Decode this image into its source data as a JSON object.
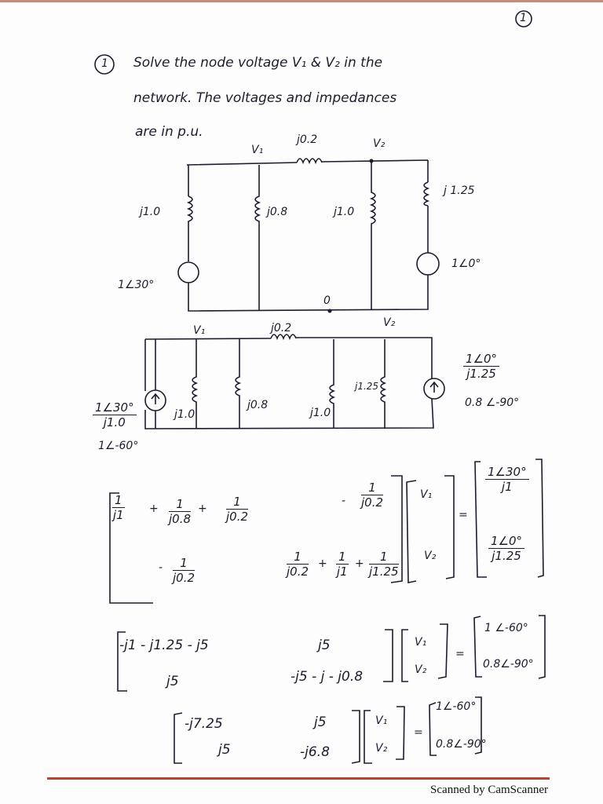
{
  "page_number": "1",
  "question": {
    "number": "1",
    "line1": "Solve the node voltage V₁ & V₂ in the",
    "line2": "network. The voltages and impedances",
    "line3": "are in p.u."
  },
  "circuit1": {
    "node_v1": "V₁",
    "node_v2": "V₂",
    "series": "j0.2",
    "branch_left": "j1.0",
    "branch_mid1": "j0.8",
    "branch_mid2": "j1.0",
    "branch_right": "j 1.25",
    "source_left": "1∠30°",
    "source_right": "1∠0°",
    "ref_node": "0"
  },
  "circuit2": {
    "node_v1": "V₁",
    "node_v2": "V₂",
    "series": "j0.2",
    "b1": "j1.0",
    "b2": "j0.8",
    "b3": "j1.0",
    "b4": "j1.25",
    "src_left_num": "1∠30°",
    "src_left_den": "j1.0",
    "src_left_val": "1∠-60°",
    "src_right_num": "1∠0°",
    "src_right_den": "j1.25",
    "src_right_val": "0.8 ∠-90°"
  },
  "eq1": {
    "a11": [
      "1",
      "j1",
      "1",
      "j0.8",
      "1",
      "j0.2"
    ],
    "a12": [
      "-",
      "1",
      "j0.2"
    ],
    "a21": [
      "-",
      "1",
      "j0.2"
    ],
    "a22": [
      "1",
      "j0.2",
      "1",
      "j1",
      "1",
      "j1.25"
    ],
    "v": [
      "V₁",
      "V₂"
    ],
    "rhs": [
      "1∠30°",
      "j1",
      "1∠0°",
      "j1.25"
    ]
  },
  "eq2": {
    "a11": "-j1 - j1.25 - j5",
    "a12": "j5",
    "a21": "j5",
    "a22": "-j5 - j - j0.8",
    "v": [
      "V₁",
      "V₂"
    ],
    "rhs": [
      "1 ∠-60°",
      "0.8∠-90°"
    ]
  },
  "eq3": {
    "a11": "-j7.25",
    "a12": "j5",
    "a21": "j5",
    "a22": "-j6.8",
    "v": [
      "V₁",
      "V₂"
    ],
    "rhs": [
      "1∠-60°",
      "0.8∠-90°"
    ]
  },
  "footer": "Scanned by CamScanner"
}
